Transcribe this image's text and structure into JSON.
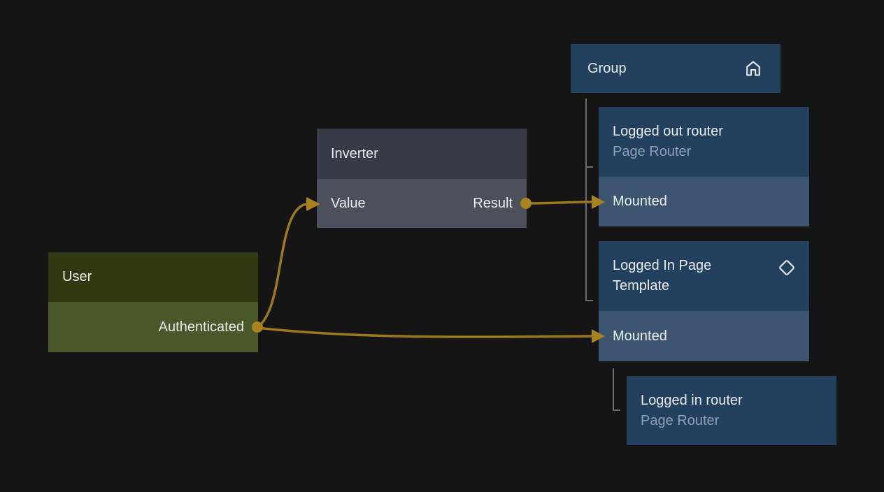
{
  "app": {
    "view": "node-graph-canvas"
  },
  "colors": {
    "background": "#151515",
    "node_blue_header": "#23405e",
    "node_blue_port_row": "#3d5470",
    "node_grey_header": "#373b45",
    "node_grey_port_row": "#4b505b",
    "node_green_header": "#2f3a13",
    "node_green_port_row": "#4a5729",
    "wire_gold": "#9d791d",
    "wire_gold_bright": "#a8831f",
    "tree_line_grey": "#6e6e6e",
    "title_text": "#e9eced",
    "subtitle_text": "#8da1b4"
  },
  "nodes": {
    "group": {
      "title": "Group",
      "icon": "home-icon"
    },
    "logged_out_router": {
      "title": "Logged out router",
      "subtitle": "Page Router",
      "port": "Mounted"
    },
    "logged_in_page_template": {
      "title": "Logged In Page Template",
      "icon": "diamond-icon",
      "port": "Mounted"
    },
    "logged_in_router": {
      "title": "Logged in router",
      "subtitle": "Page Router"
    },
    "inverter": {
      "title": "Inverter",
      "input_port": "Value",
      "output_port": "Result"
    },
    "user": {
      "title": "User",
      "output_port": "Authenticated"
    }
  },
  "edges": [
    {
      "from": "User.Authenticated",
      "to": "Inverter.Value"
    },
    {
      "from": "Inverter.Result",
      "to": "Logged out router.Mounted"
    },
    {
      "from": "User.Authenticated",
      "to": "Logged In Page Template.Mounted"
    }
  ],
  "tree_links": [
    {
      "from": "Group",
      "to": "Logged out router"
    },
    {
      "from": "Group",
      "to": "Logged In Page Template"
    },
    {
      "from": "Logged In Page Template.Mounted",
      "to": "Logged in router"
    }
  ]
}
